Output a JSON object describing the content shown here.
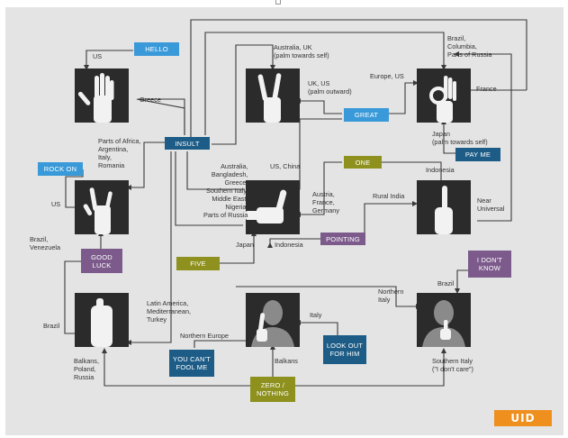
{
  "colors": {
    "background": "#e3e4e3",
    "card": "#2b2b2b",
    "line": "#3a3a3a",
    "blue": "#3a9ad9",
    "navy": "#1d5c86",
    "olive": "#8e911e",
    "purple": "#7c5b8c",
    "logo": "#ef8f1d"
  },
  "cards": [
    {
      "id": "open-hand-gesture",
      "icon": "open-hand-icon"
    },
    {
      "id": "v-sign-gesture",
      "icon": "v-sign-icon"
    },
    {
      "id": "ok-sign-gesture",
      "icon": "ok-sign-icon"
    },
    {
      "id": "horns-gesture",
      "icon": "horns-icon"
    },
    {
      "id": "thumbs-up-gesture",
      "icon": "thumbs-up-icon"
    },
    {
      "id": "index-finger-gesture",
      "icon": "index-finger-icon"
    },
    {
      "id": "fist-gesture",
      "icon": "fist-icon"
    },
    {
      "id": "eyelid-pull-gesture",
      "icon": "eyelid-pull-icon"
    },
    {
      "id": "chin-flick-gesture",
      "icon": "chin-flick-icon"
    }
  ],
  "tags": {
    "hello": "HELLO",
    "insult": "INSULT",
    "great": "GREAT",
    "pay_me": "PAY ME",
    "rock_on": "ROCK ON",
    "one": "ONE",
    "pointing": "POINTING",
    "five": "FIVE",
    "good_luck": "GOOD\nLUCK",
    "i_dont_know": "I DON'T\nKNOW",
    "you_cant_fool_me": "YOU CAN'T\nFOOL ME",
    "look_out_for_him": "LOOK OUT\nFOR HIM",
    "zero_nothing": "ZERO /\nNOTHING"
  },
  "labels": {
    "us_hello": "US",
    "greece": "Greece",
    "australia_uk_self": "Australia, UK\n(palm towards self)",
    "uk_us_outward": "UK, US\n(palm outward)",
    "europe_us": "Europe, US",
    "brazil_columbia_russia": "Brazil,\nColumbia,\nParts of Russia",
    "france": "France",
    "japan_self": "Japan\n(palm towards self)",
    "africa_argentina": "Parts of Africa,\nArgentina,\nItaly,\nRomania",
    "us_rock": "US",
    "us_china": "US, China",
    "australia_list": "Australia,\nBangladesh,\nGreece,\nSouthern Italy,\nMiddle East,\nNigeria,\nParts of Russia",
    "austria_france_germany": "Austria,\nFrance,\nGermany",
    "indonesia_one": "Indonesia",
    "rural_india": "Rural India",
    "near_universal": "Near\nUniversal",
    "brazil_venezuela": "Brazil,\nVenezuela",
    "japan": "Japan",
    "indonesia_thumb": "Indonesia",
    "brazil_fist": "Brazil",
    "latin_america": "Latin America,\nMediterranean,\nTurkey",
    "balkans_poland_russia": "Balkans,\nPoland,\nRussia",
    "northern_europe": "Northern Europe",
    "italy": "Italy",
    "balkans": "Balkans",
    "northern_italy": "Northern\nItaly",
    "brazil_chin": "Brazil",
    "southern_italy": "Southern Italy\n(\"I don't care\")"
  },
  "logo": "UID"
}
